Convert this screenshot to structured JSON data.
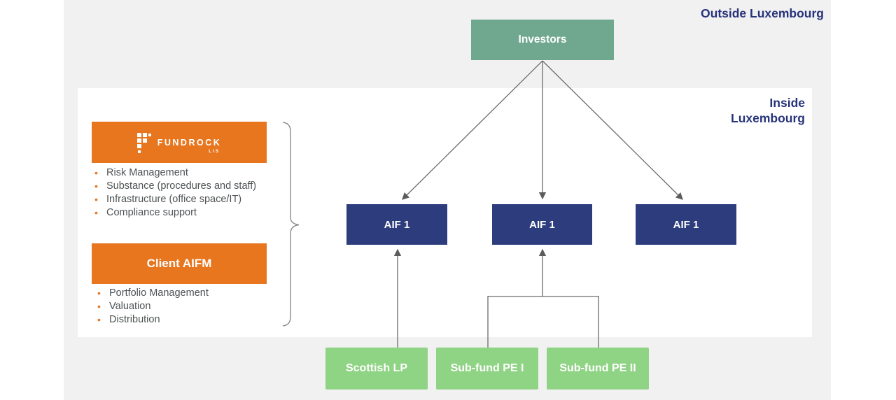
{
  "regions": {
    "outside_label": "Outside Luxembourg",
    "inside_label_line1": "Inside",
    "inside_label_line2": "Luxembourg"
  },
  "nodes": {
    "investors": {
      "label": "Investors"
    },
    "aif_left": {
      "label": "AIF 1"
    },
    "aif_middle": {
      "label": "AIF 1"
    },
    "aif_right": {
      "label": "AIF 1"
    },
    "scottish_lp": {
      "label": "Scottish LP"
    },
    "subfund_pe_1": {
      "label": "Sub-fund PE I"
    },
    "subfund_pe_2": {
      "label": "Sub-fund PE II"
    }
  },
  "fundrock": {
    "logo_name": "FUNDROCK",
    "logo_suffix": "LIS",
    "services": [
      "Risk Management",
      "Substance (procedures and staff)",
      "Infrastructure (office space/IT)",
      "Compliance support"
    ]
  },
  "client_aifm": {
    "label": "Client AIFM",
    "services": [
      "Portfolio Management",
      "Valuation",
      "Distribution"
    ]
  },
  "colors": {
    "accent_orange": "#e7761f",
    "navy_box": "#2c3c7d",
    "teal_green_box": "#70a78f",
    "light_green_box": "#8fd384",
    "region_label_navy": "#27337a",
    "line_gray": "#666666",
    "background_gray": "#f1f1f1"
  }
}
